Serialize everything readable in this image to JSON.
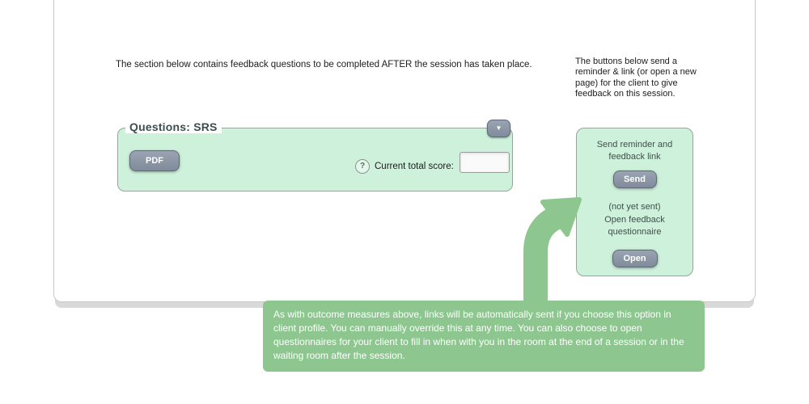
{
  "intro": {
    "text": "The section below contains feedback questions to be completed AFTER the session has taken place."
  },
  "side_note": {
    "text": "The buttons below send a reminder & link (or open a new page) for the client to give feedback on this session."
  },
  "questions": {
    "legend": "Questions: SRS",
    "collapse_icon": "▼",
    "pdf_button_label": "PDF",
    "help_icon": "?",
    "score_label": "Current total score:",
    "score_value": ""
  },
  "panel": {
    "title": "Send reminder and feedback link",
    "send_button_label": "Send",
    "status": "(not yet sent)",
    "open_label": "Open feedback questionnaire",
    "open_button_label": "Open"
  },
  "tooltip": {
    "text": "As with outcome measures above, links will be automatically sent if you choose this option in client profile. You can manually override this at any time. You can also choose to open questionnaires for your client to fill in when with you in the room at the end of a session or in the waiting room after the session."
  },
  "colors": {
    "mint": "#cdf1da",
    "green": "#8dc78f",
    "button_gray": "#8f99a8"
  }
}
